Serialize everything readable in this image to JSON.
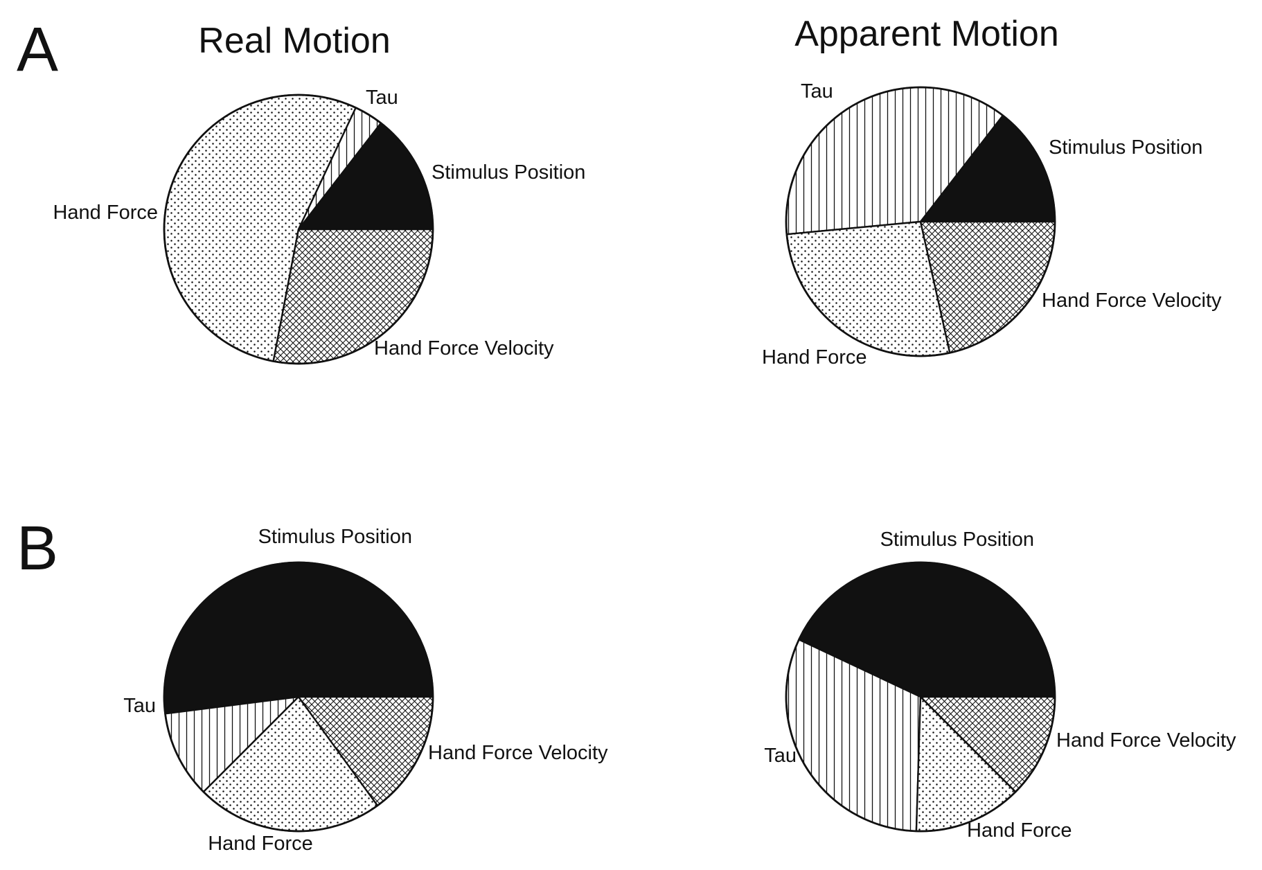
{
  "figure": {
    "panel_labels": [
      "A",
      "B"
    ],
    "column_titles": [
      "Real Motion",
      "Apparent Motion"
    ]
  },
  "colors": {
    "ink": "#111111",
    "background": "#ffffff"
  },
  "chart_data": [
    {
      "type": "pie",
      "panel": "A",
      "column": "Real Motion",
      "title": "Real Motion",
      "start_angle_deg": 0,
      "direction": "counterclockwise",
      "slices": [
        {
          "label": "Stimulus Position",
          "value": 14.5,
          "pattern": "solid"
        },
        {
          "label": "Tau",
          "value": 3.5,
          "pattern": "vertical-lines"
        },
        {
          "label": "Hand Force",
          "value": 54.0,
          "pattern": "dots"
        },
        {
          "label": "Hand Force Velocity",
          "value": 28.0,
          "pattern": "crosshatch"
        }
      ]
    },
    {
      "type": "pie",
      "panel": "A",
      "column": "Apparent Motion",
      "title": "Apparent Motion",
      "start_angle_deg": 0,
      "direction": "counterclockwise",
      "slices": [
        {
          "label": "Stimulus Position",
          "value": 14.5,
          "pattern": "solid"
        },
        {
          "label": "Tau",
          "value": 37.0,
          "pattern": "vertical-lines"
        },
        {
          "label": "Hand Force",
          "value": 27.0,
          "pattern": "dots"
        },
        {
          "label": "Hand Force Velocity",
          "value": 21.5,
          "pattern": "crosshatch"
        }
      ]
    },
    {
      "type": "pie",
      "panel": "B",
      "column": "Real Motion",
      "start_angle_deg": 0,
      "direction": "counterclockwise",
      "slices": [
        {
          "label": "Stimulus Position",
          "value": 52.0,
          "pattern": "solid"
        },
        {
          "label": "Tau",
          "value": 10.5,
          "pattern": "vertical-lines"
        },
        {
          "label": "Hand Force",
          "value": 22.5,
          "pattern": "dots"
        },
        {
          "label": "Hand Force Velocity",
          "value": 15.0,
          "pattern": "crosshatch"
        }
      ]
    },
    {
      "type": "pie",
      "panel": "B",
      "column": "Apparent Motion",
      "start_angle_deg": 0,
      "direction": "counterclockwise",
      "slices": [
        {
          "label": "Stimulus Position",
          "value": 43.0,
          "pattern": "solid"
        },
        {
          "label": "Tau",
          "value": 31.5,
          "pattern": "vertical-lines"
        },
        {
          "label": "Hand Force",
          "value": 13.0,
          "pattern": "dots"
        },
        {
          "label": "Hand Force Velocity",
          "value": 12.5,
          "pattern": "crosshatch"
        }
      ]
    }
  ]
}
